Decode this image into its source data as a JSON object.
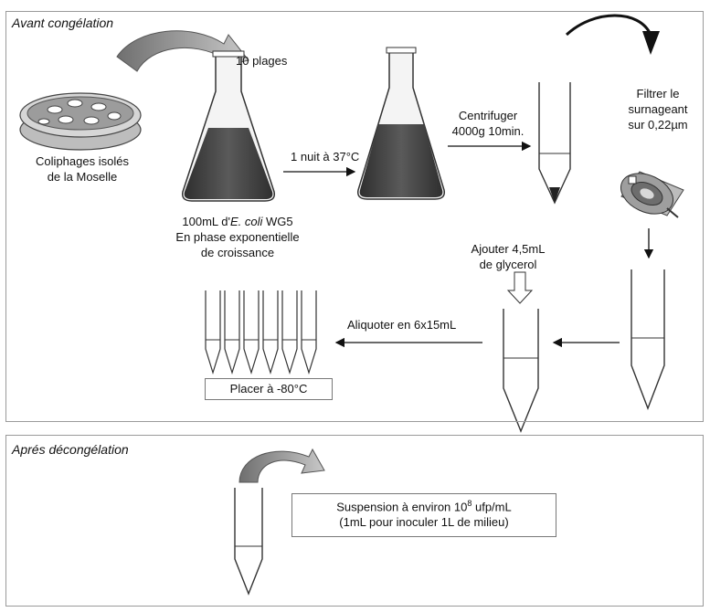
{
  "panels": {
    "before_title": "Avant congélation",
    "after_title": "Aprés décongélation"
  },
  "labels": {
    "plates": "10 plages",
    "coliphages_line1": "Coliphages isolés",
    "coliphages_line2": "de la Moselle",
    "overnight": "1 nuit à 37°C",
    "ecoli_prefix": "100mL d'",
    "ecoli_species": "E. coli",
    "ecoli_strain": " WG5",
    "phase_line1": "En phase exponentielle",
    "phase_line2": "de croissance",
    "centrifuge_line1": "Centrifuger",
    "centrifuge_line2": "4000g 10min.",
    "filter_line1": "Filtrer le",
    "filter_line2": "surnageant",
    "filter_line3": "sur 0,22µm",
    "glycerol_line1": "Ajouter 4,5mL",
    "glycerol_line2": "de glycerol",
    "aliquot": "Aliquoter en 6x15mL",
    "store": "Placer à -80°C",
    "suspension_line1_prefix": "Suspension à environ 10",
    "suspension_exponent": "8",
    "suspension_line1_suffix": " ufp/mL",
    "suspension_line2": "(1mL pour inoculer 1L de milieu)"
  },
  "colors": {
    "culture": "#3d3d3d",
    "arrow_fill": "#8a8a8a",
    "border": "#9a9a9a"
  }
}
